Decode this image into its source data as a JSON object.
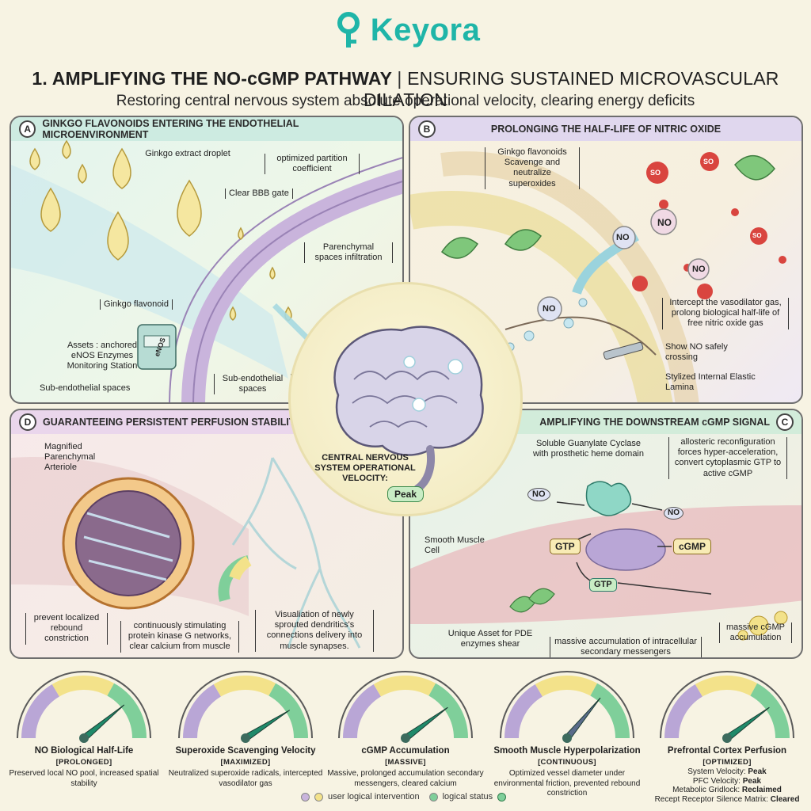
{
  "brand": {
    "name": "Keyora",
    "text": "Keyora",
    "accent": "#1fb5a8"
  },
  "header": {
    "title_main": "1. AMPLIFYING THE NO-cGMP PATHWAY",
    "title_sep": "|",
    "title_sub": "ENSURING SUSTAINED MICROVASCULAR DILATION",
    "subtitle": "Restoring central nervous system absolute operational velocity, clearing energy deficits"
  },
  "panels": {
    "a": {
      "badge": "A",
      "title": "GINKGO FLAVONOIDS ENTERING THE ENDOTHELIAL MICROENVIRONMENT",
      "labels": {
        "droplet": "Ginkgo extract droplet",
        "partition": "optimized partition coefficient",
        "bbb": "Clear BBB gate",
        "parenchymal": "Parenchymal spaces infiltration",
        "flavonoid": "Ginkgo flavonoid",
        "assets": "Assets : anchored eNOS Enzymes Monitoring Station",
        "sub_endo": "Sub-endothelial spaces",
        "sub_endo_spaces": "Sub-endothelial spaces",
        "station_label": "eNOS"
      }
    },
    "b": {
      "badge": "B",
      "title": "PROLONGING THE HALF-LIFE OF NITRIC OXIDE",
      "labels": {
        "scavenge": "Ginkgo flavonoids Scavenge and neutralize superoxides",
        "intercept": "Intercept the vasodilator gas, prolong biological half-life of free nitric oxide gas",
        "show_no": "Show NO safely crossing",
        "lamina": "Stylized Internal Elastic Lamina",
        "no": "NO",
        "so": "SO"
      }
    },
    "d": {
      "badge": "D",
      "title": "GUARANTEEING PERSISTENT PERFUSION STABILITY",
      "labels": {
        "arteriole": "Magnified Parenchymal Arteriole",
        "rebound": "prevent localized rebound constriction",
        "pkg": "continuously stimulating protein kinase G networks, clear calcium from muscle",
        "dendrites": "Visualiation of newly sprouted dendritics's connections delivery into muscle synapses."
      }
    },
    "c": {
      "badge": "C",
      "title": "AMPLIFYING THE DOWNSTREAM cGMP SIGNAL",
      "labels": {
        "guanylate": "Soluble Guanylate Cyclase with prosthetic heme domain",
        "allosteric": "allosteric reconfiguration forces hyper-acceleration, convert cytoplasmic GTP to active cGMP",
        "smooth": "Smooth Muscle Cell",
        "pde": "Unique Asset for PDE enzymes shear",
        "accumulation": "massive accumulation of intracellular secondary messengers",
        "cgmp_acc": "massive cGMP accumulation",
        "no": "NO",
        "gtp": "GTP",
        "cgmp": "cGMP"
      }
    }
  },
  "center": {
    "label": "CENTRAL NERVOUS SYSTEM OPERATIONAL VELOCITY:",
    "value": "Peak"
  },
  "gauges": [
    {
      "title": "NO Biological Half-Life",
      "status": "[PROLONGED]",
      "desc": "Preserved local NO pool, increased spatial stability",
      "level": 0.78,
      "needle_color": "#1f8a6a"
    },
    {
      "title": "Superoxide Scavenging Velocity",
      "status": "[MAXIMIZED]",
      "desc": "Neutralized superoxide radicals, intercepted vasodilator gas",
      "level": 0.82,
      "needle_color": "#1f8a6a"
    },
    {
      "title": "cGMP Accumulation",
      "status": "[MASSIVE]",
      "desc": "Massive, prolonged accumulation secondary messengers, cleared calcium",
      "level": 0.8,
      "needle_color": "#1f8a6a"
    },
    {
      "title": "Smooth Muscle Hyperpolarization",
      "status": "[CONTINUOUS]",
      "desc": "Optimized vessel diameter under environmental friction, prevented rebound constriction",
      "level": 0.72,
      "needle_color": "#5a6b8a"
    },
    {
      "title": "Prefrontal Cortex Perfusion",
      "status": "[OPTIMIZED]",
      "level": 0.8,
      "needle_color": "#1f8a6a",
      "rows": [
        {
          "k": "System Velocity:",
          "v": "Peak"
        },
        {
          "k": "PFC Velocity:",
          "v": "Peak"
        },
        {
          "k": "Metabolic Gridlock:",
          "v": "Reclaimed"
        },
        {
          "k": "Recept Receptor Silence Matrix:",
          "v": "Cleared"
        }
      ]
    }
  ],
  "legend": {
    "intervention": "user logical intervention",
    "status": "logical status"
  },
  "colors": {
    "purple": "#b9a6d6",
    "yellow": "#f3e28a",
    "green": "#7fcf9a",
    "red": "#d9453f"
  }
}
